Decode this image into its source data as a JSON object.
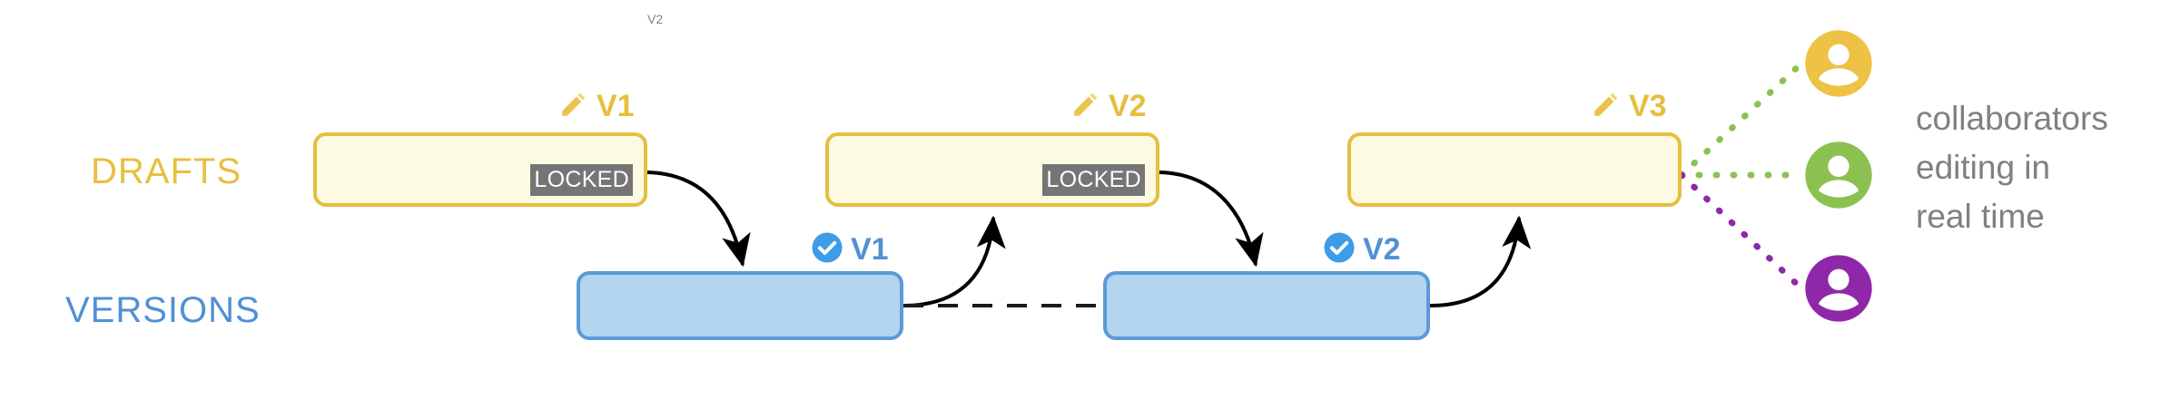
{
  "diagram": {
    "title_note": "V2",
    "rows": [
      {
        "key": "drafts",
        "label": "DRAFTS",
        "color": "#e8bf3f"
      },
      {
        "key": "versions",
        "label": "VERSIONS",
        "color": "#4f91d4"
      }
    ]
  },
  "drafts": [
    {
      "tag": "V1",
      "icon": "pencil-icon",
      "badge": "LOCKED",
      "locked": true
    },
    {
      "tag": "V2",
      "icon": "pencil-icon",
      "badge": "LOCKED",
      "locked": true
    },
    {
      "tag": "V3",
      "icon": "pencil-icon",
      "badge": "",
      "locked": false
    }
  ],
  "versions": [
    {
      "tag": "V1",
      "icon": "check-circle-icon"
    },
    {
      "tag": "V2",
      "icon": "check-circle-icon"
    }
  ],
  "collaborators": [
    {
      "name": "collaborator-yellow",
      "color": "#eec245",
      "line_color": "#8cc152",
      "line_style": "dotted"
    },
    {
      "name": "collaborator-green",
      "color": "#8cc152",
      "line_color": "#8cc152",
      "line_style": "dotted"
    },
    {
      "name": "collaborator-purple",
      "color": "#8e28a8",
      "line_color": "#8e28a8",
      "line_style": "dotted"
    }
  ],
  "caption": {
    "line1": "collaborators",
    "line2": "editing in",
    "line3": "real time"
  },
  "colors": {
    "draft_border": "#e5bf3e",
    "draft_fill": "#fdfae4",
    "version_border": "#5a9bd8",
    "version_fill": "#b4d5ef",
    "locked_badge_bg": "#757575",
    "arrow": "#000000",
    "caption_text": "#808080"
  }
}
